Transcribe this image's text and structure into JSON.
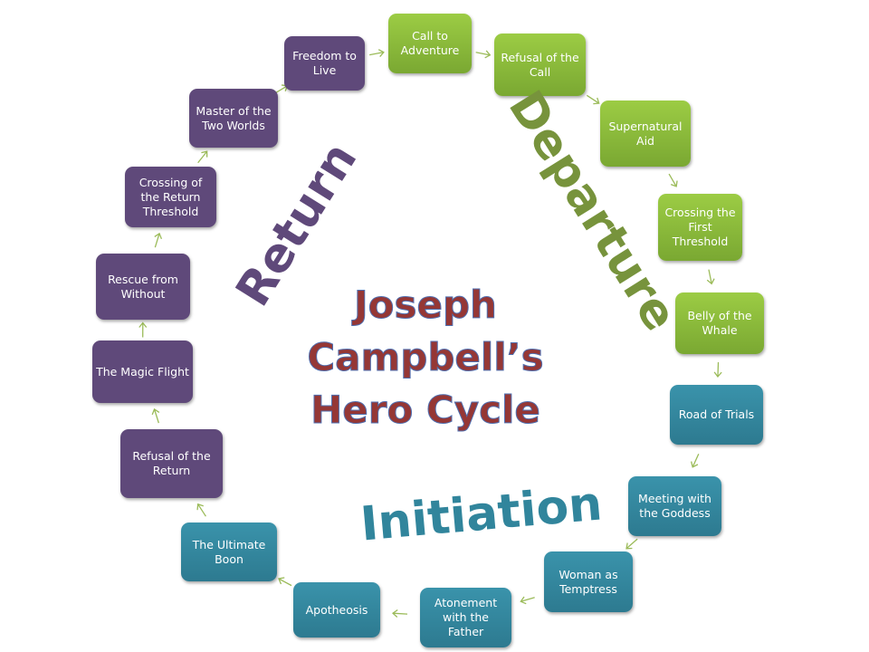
{
  "title": "Joseph Campbell’s Hero Cycle",
  "title_lines": [
    "Joseph",
    "Campbell’s",
    "Hero Cycle"
  ],
  "phases": {
    "departure": "Departure",
    "initiation": "Initiation",
    "return": "Return"
  },
  "colors": {
    "departure": "#77933c",
    "initiation": "#31859c",
    "return": "#5f497a",
    "title": "#953735",
    "arrow": "#9bbb59"
  },
  "stages": [
    {
      "label": "Call to Adventure",
      "phase": "departure"
    },
    {
      "label": "Refusal of the Call",
      "phase": "departure"
    },
    {
      "label": "Supernatural Aid",
      "phase": "departure"
    },
    {
      "label": "Crossing the First Threshold",
      "phase": "departure"
    },
    {
      "label": "Belly of the Whale",
      "phase": "departure"
    },
    {
      "label": "Road of Trials",
      "phase": "initiation"
    },
    {
      "label": "Meeting with the Goddess",
      "phase": "initiation"
    },
    {
      "label": "Woman as Temptress",
      "phase": "initiation"
    },
    {
      "label": "Atonement with the Father",
      "phase": "initiation"
    },
    {
      "label": "Apotheosis",
      "phase": "initiation"
    },
    {
      "label": "The Ultimate Boon",
      "phase": "initiation"
    },
    {
      "label": "Refusal of the Return",
      "phase": "return"
    },
    {
      "label": "The Magic Flight",
      "phase": "return"
    },
    {
      "label": "Rescue from Without",
      "phase": "return"
    },
    {
      "label": "Crossing of the Return Threshold",
      "phase": "return"
    },
    {
      "label": "Master of the Two Worlds",
      "phase": "return"
    },
    {
      "label": "Freedom to Live",
      "phase": "return"
    }
  ]
}
